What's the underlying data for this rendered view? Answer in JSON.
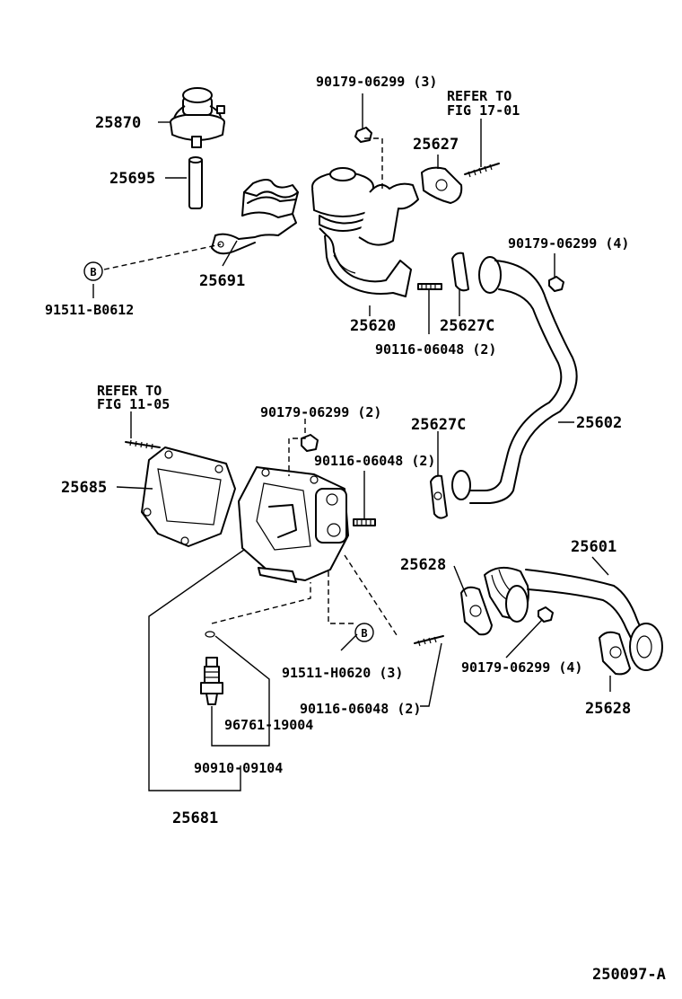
{
  "diagram": {
    "figure_id": "250097-A",
    "labels": {
      "p25870": "25870",
      "p25695": "25695",
      "p25691": "25691",
      "p91511_b0612": "91511-B0612",
      "b_mark_1": "B",
      "p90179_top": "90179-06299 (3)",
      "refer_1_a": "REFER TO",
      "refer_1_b": "FIG 17-01",
      "p25627": "25627",
      "p90179_4a": "90179-06299 (4)",
      "p25620": "25620",
      "p25627c_a": "25627C",
      "p90116_a": "90116-06048 (2)",
      "refer_2_a": "REFER TO",
      "refer_2_b": "FIG 11-05",
      "p90179_2": "90179-06299 (2)",
      "p25627c_b": "25627C",
      "p25602": "25602",
      "p25685": "25685",
      "p90116_b": "90116-06048 (2)",
      "p25601": "25601",
      "p25628_a": "25628",
      "b_mark_2": "B",
      "p91511_h0620": "91511-H0620 (3)",
      "p90179_4b": "90179-06299 (4)",
      "p25628_b": "25628",
      "p90116_c": "90116-06048 (2)",
      "p96761": "96761-19004",
      "p90910": "90910-09104",
      "p25681": "25681"
    }
  }
}
